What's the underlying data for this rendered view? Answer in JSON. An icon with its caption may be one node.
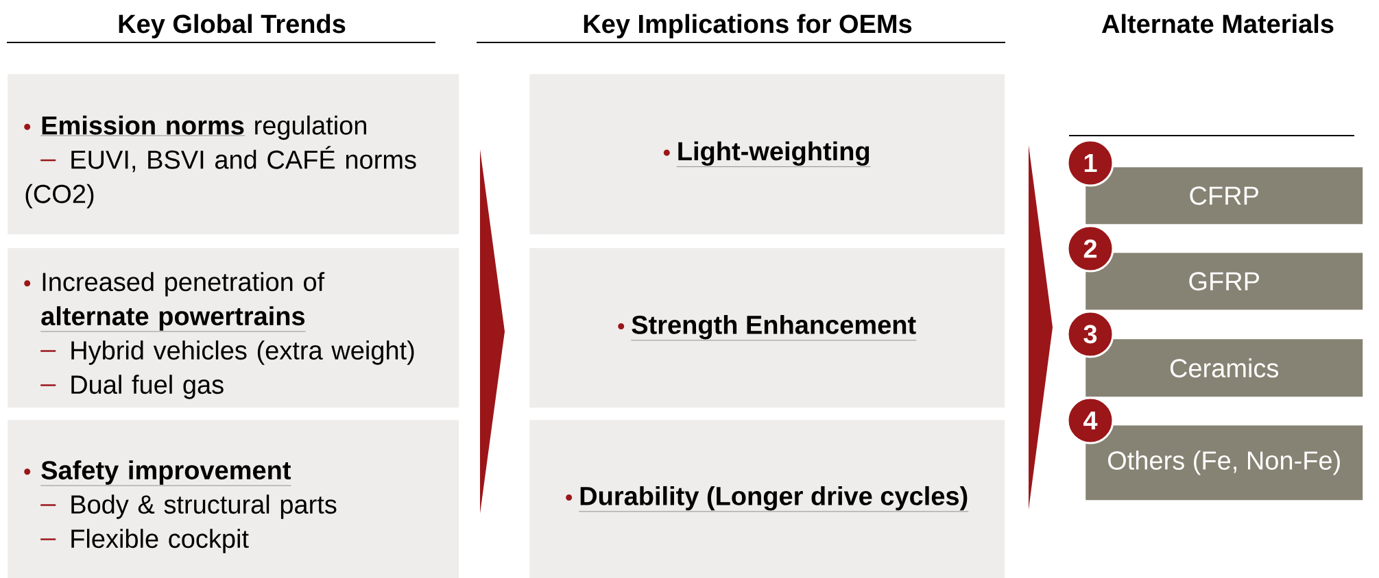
{
  "diagram": {
    "nodes": [
      {
        "text": [
          "**Emission norms** regulation",
          "EUVI, BSVI and CAFÉ norms (CO2)"
        ]
      },
      {
        "text": [
          "Increased penetration of **alternate powertrains**",
          "Hybrid vehicles (extra weight)",
          "Dual fuel gas"
        ]
      },
      {
        "text": [
          "**Safety improvement**",
          "Body & structural parts",
          "Flexible cockpit"
        ]
      },
      {
        "text": [
          "Light-weighting"
        ]
      },
      {
        "text": [
          "Strength Enhancement"
        ]
      },
      {
        "text": [
          "Durability (Longer drive cycles)"
        ]
      },
      {
        "text": [
          "1"
        ]
      },
      {
        "text": [
          "CFRP"
        ]
      },
      {
        "text": [
          "2"
        ]
      },
      {
        "text": [
          "GFRP"
        ]
      },
      {
        "text": [
          "3"
        ]
      },
      {
        "text": [
          "Ceramics"
        ]
      },
      {
        "text": [
          "4"
        ]
      },
      {
        "text": [
          "Others (Fe, Non-Fe)"
        ]
      }
    ],
    "labels": [
      "Key Global Trends",
      "Key Implications for OEMs",
      "Alternate Materials"
    ]
  }
}
